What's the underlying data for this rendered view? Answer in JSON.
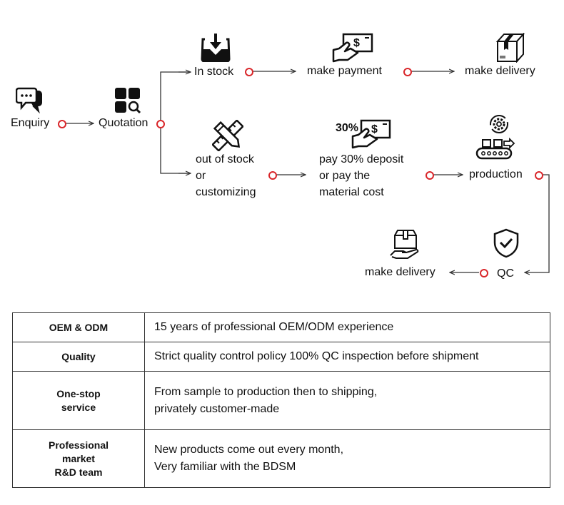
{
  "flow": {
    "nodes": {
      "enquiry": {
        "label": "Enquiry",
        "icon": "chat-bubbles-icon"
      },
      "quotation": {
        "label": "Quotation",
        "icon": "grid-search-icon"
      },
      "in_stock": {
        "label": "In stock",
        "icon": "inbox-download-icon"
      },
      "make_payment": {
        "label": "make payment",
        "icon": "hand-cash-icon"
      },
      "make_delivery_top": {
        "label": "make delivery",
        "icon": "package-box-icon"
      },
      "out_of_stock": {
        "label": "out of stock\nor\ncustomizing",
        "icon": "ruler-pencil-icon"
      },
      "deposit": {
        "label": "pay 30% deposit\nor pay the\nmaterial cost",
        "icon": "hand-cash-percent-icon",
        "icon_badge": "30%"
      },
      "production": {
        "label": "production",
        "icon": "conveyor-gear-icon"
      },
      "qc": {
        "label": "QC",
        "icon": "shield-check-icon"
      },
      "make_delivery_bottom": {
        "label": "make delivery",
        "icon": "hand-package-icon"
      }
    },
    "colors": {
      "connector_dot": "#d9262a",
      "line": "#333333"
    }
  },
  "table": {
    "rows": [
      {
        "key": "OEM & ODM",
        "value": "15 years of professional OEM/ODM experience"
      },
      {
        "key": "Quality",
        "value": "Strict quality control policy 100% QC inspection before shipment"
      },
      {
        "key": "One-stop\nservice",
        "value": "From sample to production then to shipping,\nprivately customer-made"
      },
      {
        "key": "Professional\nmarket\nR&D team",
        "value": "New products come out every month,\nVery familiar with the BDSM"
      }
    ]
  }
}
